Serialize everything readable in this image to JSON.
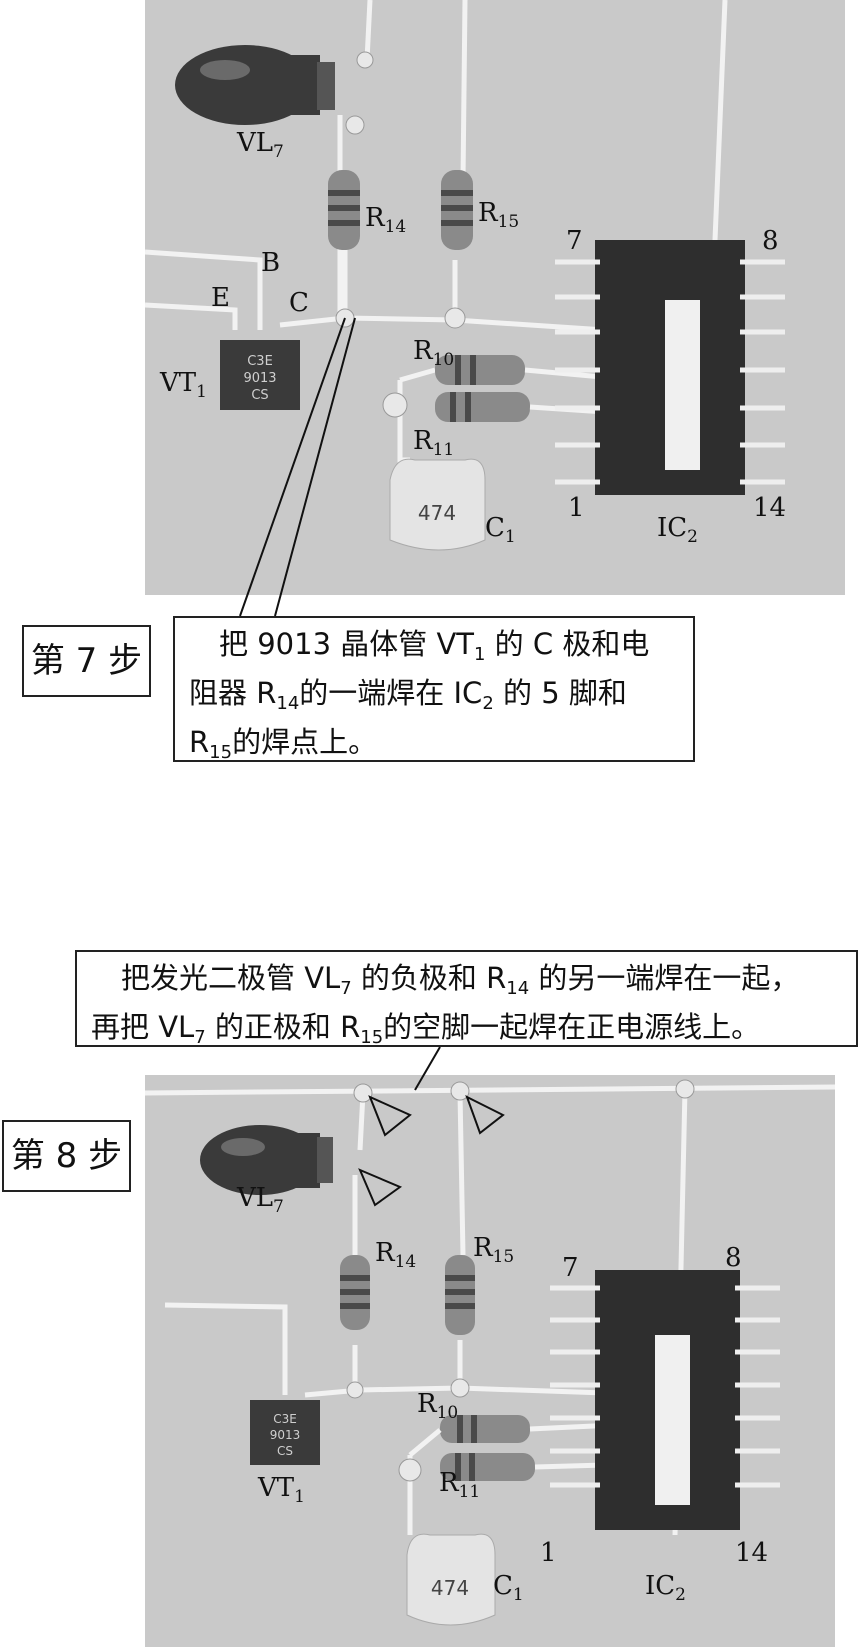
{
  "step7": {
    "step_label": "第 7 步",
    "callout": {
      "line1_a": "把 9013 晶体管 VT",
      "line1_sub": "1",
      "line1_b": " 的 C 极和电",
      "line2_a": "阻器 R",
      "line2_sub1": "14",
      "line2_b": "的一端焊在 IC",
      "line2_sub2": "2",
      "line2_c": " 的 5 脚和",
      "line3_a": "R",
      "line3_sub": "15",
      "line3_b": "的焊点上。"
    },
    "labels": {
      "vl7": "VL",
      "vl7_sub": "7",
      "r14": "R",
      "r14_sub": "14",
      "r15": "R",
      "r15_sub": "15",
      "b": "B",
      "e": "E",
      "c": "C",
      "vt1": "VT",
      "vt1_sub": "1",
      "r10": "R",
      "r10_sub": "10",
      "r11": "R",
      "r11_sub": "11",
      "c1": "C",
      "c1_sub": "1",
      "ic2": "IC",
      "ic2_sub": "2",
      "pin7": "7",
      "pin8": "8",
      "pin1": "1",
      "pin14": "14",
      "cap_marking": "474",
      "transistor_marking": "C3E 9013 CS"
    }
  },
  "step8": {
    "step_label": "第 8 步",
    "callout": {
      "line1_a": "把发光二极管 VL",
      "line1_sub1": "7",
      "line1_b": " 的负极和 R",
      "line1_sub2": "14",
      "line1_c": " 的另一端焊在一起，",
      "line2_a": "再把 VL",
      "line2_sub1": "7",
      "line2_b": " 的正极和 R",
      "line2_sub2": "15",
      "line2_c": "的空脚一起焊在正电源线上。"
    },
    "labels": {
      "vl7": "VL",
      "vl7_sub": "7",
      "r14": "R",
      "r14_sub": "14",
      "r15": "R",
      "r15_sub": "15",
      "vt1": "VT",
      "vt1_sub": "1",
      "r10": "R",
      "r10_sub": "10",
      "r11": "R",
      "r11_sub": "11",
      "c1": "C",
      "c1_sub": "1",
      "ic2": "IC",
      "ic2_sub": "2",
      "pin7": "7",
      "pin8": "8",
      "pin1": "1",
      "pin14": "14",
      "cap_marking": "474",
      "transistor_marking": "C3E 9013 CS"
    }
  }
}
